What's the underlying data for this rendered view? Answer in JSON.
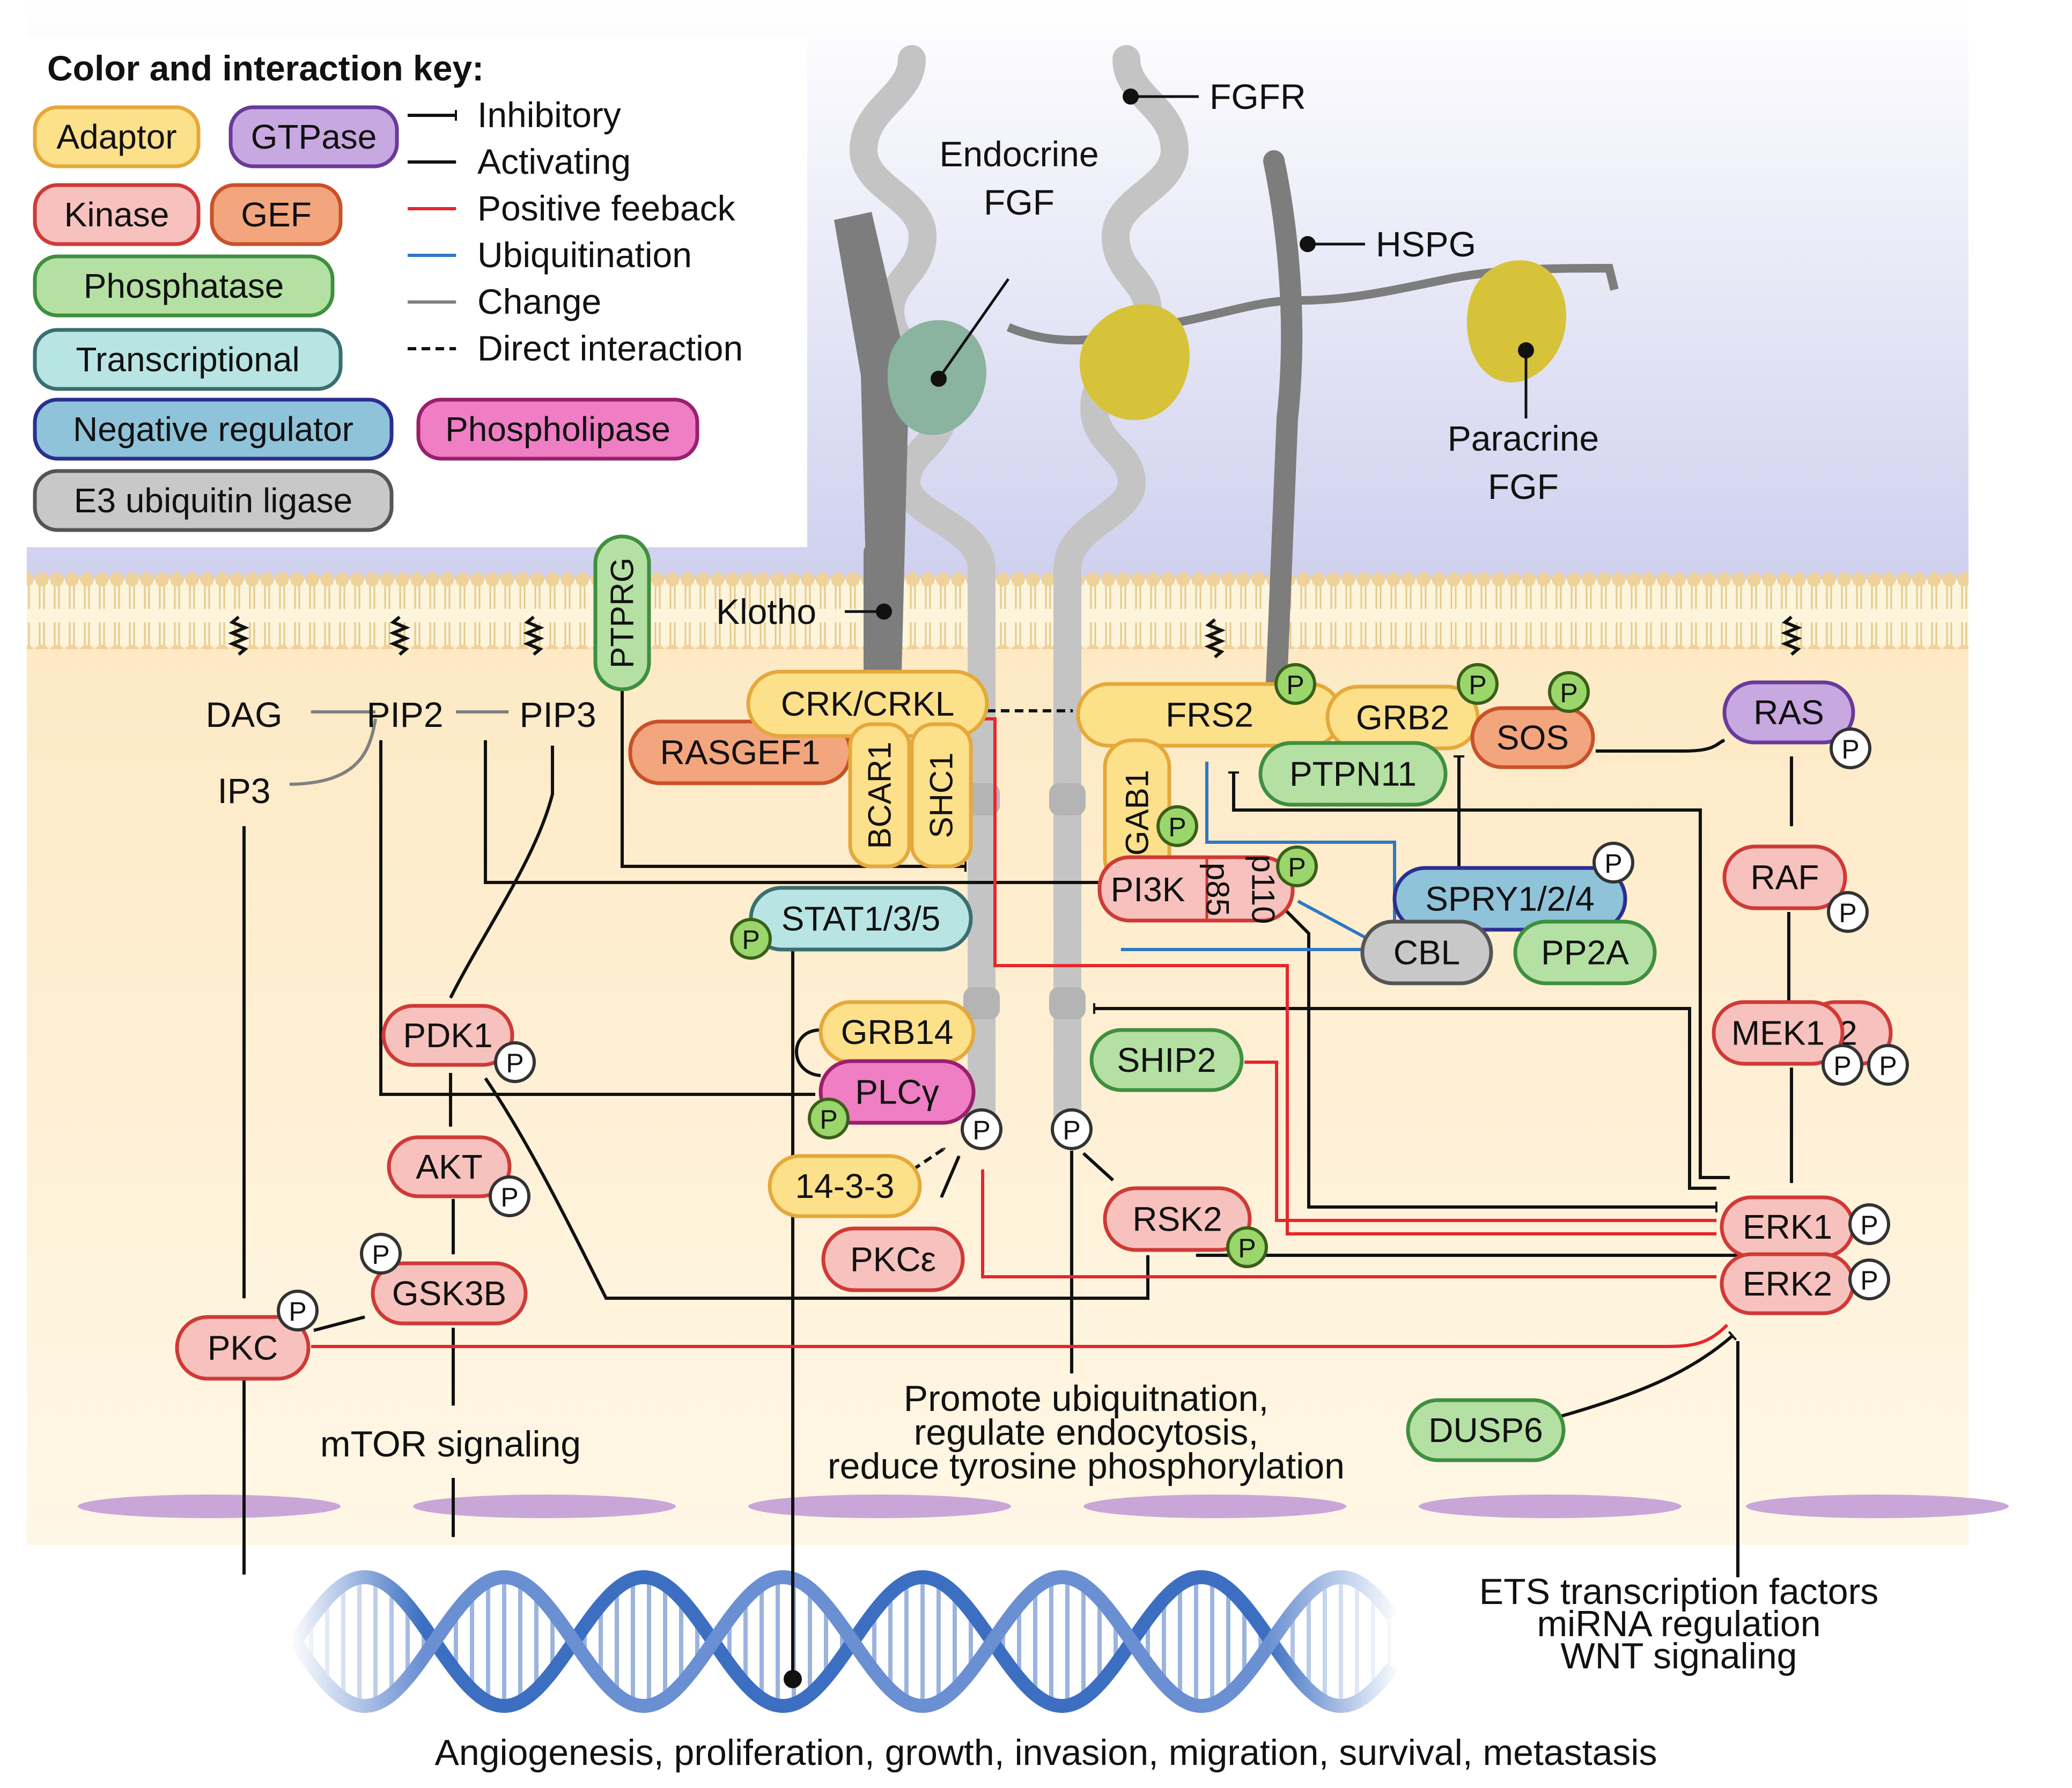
{
  "colors": {
    "adaptor": [
      "#fde08a",
      "#e5a93a"
    ],
    "gtpase": [
      "#c8a8e0",
      "#6a3a9a"
    ],
    "kinase": [
      "#f7c2bd",
      "#cf3a37"
    ],
    "gef": [
      "#f3a57d",
      "#c9512a"
    ],
    "phosphatase": [
      "#b5e0a3",
      "#3f8f3f"
    ],
    "transcriptional": [
      "#b8e5e4",
      "#3a6f6f"
    ],
    "negative": [
      "#8fc3d9",
      "#2b2f8f"
    ],
    "phospholipase": [
      "#ef7ec4",
      "#9a1f6d"
    ],
    "e3": [
      "#c8c8c8",
      "#555555"
    ],
    "pgreen": [
      "#9ad66a",
      "#3a5f1a"
    ],
    "pwhite": [
      "#ffffff",
      "#333333"
    ]
  },
  "key": {
    "title": "Color and interaction key:",
    "categories": [
      {
        "label": "Adaptor",
        "type": "adaptor"
      },
      {
        "label": "GTPase",
        "type": "gtpase"
      },
      {
        "label": "Kinase",
        "type": "kinase"
      },
      {
        "label": "GEF",
        "type": "gef"
      },
      {
        "label": "Phosphatase",
        "type": "phosphatase"
      },
      {
        "label": "Transcriptional",
        "type": "transcriptional"
      },
      {
        "label": "Negative regulator",
        "type": "negative"
      },
      {
        "label": "Phospholipase",
        "type": "phospholipase"
      },
      {
        "label": "E3 ubiquitin ligase",
        "type": "e3"
      }
    ],
    "interactions": [
      {
        "label": "Inhibitory",
        "style": "inhibit",
        "color": "#111111"
      },
      {
        "label": "Activating",
        "style": "arrow",
        "color": "#111111"
      },
      {
        "label": "Positive feeback",
        "style": "arrow",
        "color": "#e8262b"
      },
      {
        "label": "Ubiquitination",
        "style": "arrow",
        "color": "#2f78c4"
      },
      {
        "label": "Change",
        "style": "arrow",
        "color": "#808080"
      },
      {
        "label": "Direct interaction",
        "style": "dashed",
        "color": "#111111"
      }
    ]
  },
  "p_label": "P",
  "extracellular": {
    "fgfr": "FGFR",
    "endocrine_fgf": [
      "Endocrine",
      "FGF"
    ],
    "hspg": "HSPG",
    "paracrine_fgf": [
      "Paracrine",
      "FGF"
    ],
    "klotho": "Klotho"
  },
  "lipids": {
    "dag": "DAG",
    "pip2": "PIP2",
    "pip3": "PIP3",
    "ip3": "IP3"
  },
  "nodes": {
    "ptprg": "PTPRG",
    "crk": "CRK/CRKL",
    "rasgef1": "RASGEF1",
    "bcar1": "BCAR1",
    "shc1": "SHC1",
    "frs2": "FRS2",
    "grb2": "GRB2",
    "sos": "SOS",
    "ptpn11": "PTPN11",
    "gab1": "GAB1",
    "pi3k": "PI3K",
    "p85": "p85",
    "p110": "p110",
    "spry": "SPRY1/2/4",
    "cbl": "CBL",
    "pp2a": "PP2A",
    "ras": "RAS",
    "raf": "RAF",
    "mek1": "MEK1",
    "mek2": "2",
    "stat": "STAT1/3/5",
    "grb14": "GRB14",
    "plcg": "PLCγ",
    "shipo2": "SHIP2",
    "pdk1": "PDK1",
    "akt": "AKT",
    "gsk3b": "GSK3B",
    "pkc": "PKC",
    "p1433": "14-3-3",
    "pkce": "PKCε",
    "rsk2": "RSK2",
    "erk1": "ERK1",
    "erk2": "ERK2",
    "dusp6": "DUSP6"
  },
  "outputs": {
    "mtor": "mTOR signaling",
    "ubiq": [
      "Promote ubiquitnation,",
      "regulate endocytosis,",
      "reduce tyrosine phosphorylation"
    ],
    "ets": [
      "ETS transcription factors",
      "miRNA regulation",
      "WNT signaling"
    ],
    "bottom": "Angiogenesis, proliferation, growth, invasion, migration, survival, metastasis"
  }
}
